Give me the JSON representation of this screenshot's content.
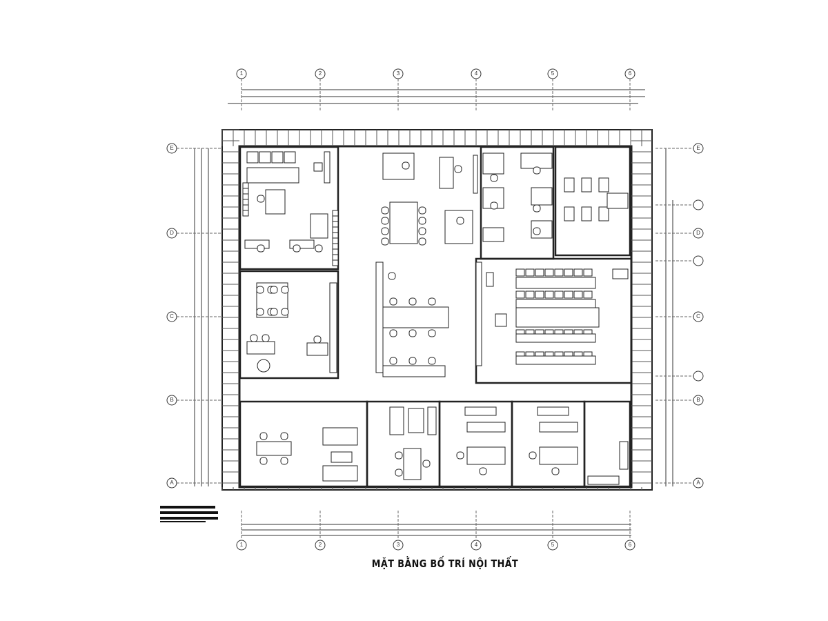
{
  "drawing": {
    "title": "MẶT BẰNG BỐ TRÍ NỘI THẤT",
    "grid_columns": [
      "1",
      "2",
      "3",
      "4",
      "5",
      "6"
    ],
    "grid_rows": [
      "A",
      "B",
      "C",
      "D",
      "E"
    ],
    "line_color": "#222222"
  }
}
